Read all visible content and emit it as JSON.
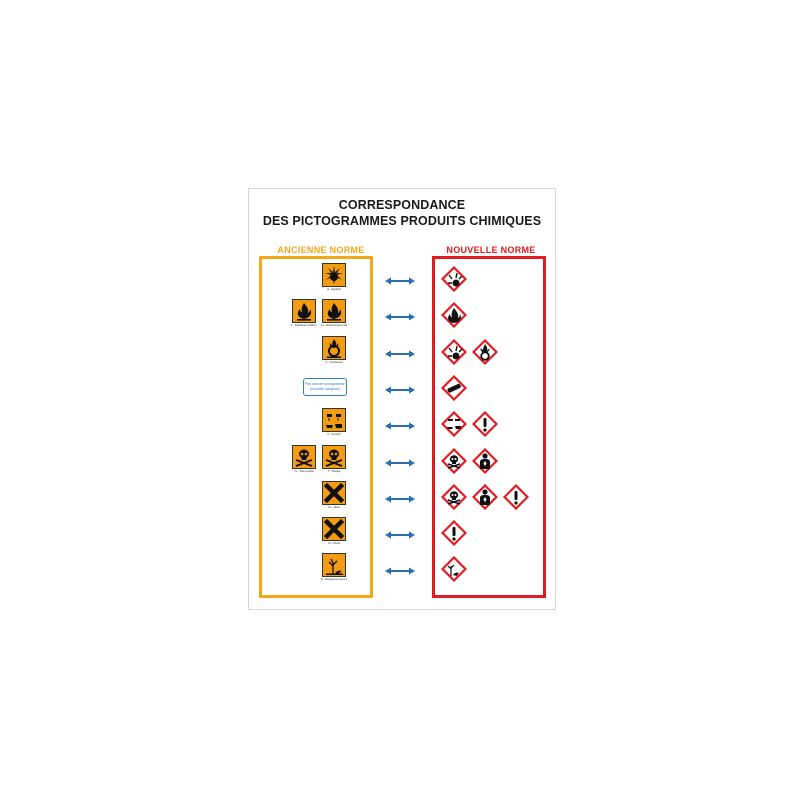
{
  "title": {
    "line1": "CORRESPONDANCE",
    "line2": "DES PICTOGRAMMES PRODUITS CHIMIQUES"
  },
  "columns": {
    "old_label": "ANCIENNE NORME",
    "new_label": "NOUVELLE NORME",
    "old_color": "#f3a917",
    "new_color": "#e11b22"
  },
  "arrow_color": "#2a6db0",
  "rows": [
    {
      "old": [
        {
          "icon": "explosive-icon",
          "caption": "E - Explosif"
        }
      ],
      "new": [
        "ghs-exploding-bomb-icon"
      ]
    },
    {
      "old": [
        {
          "icon": "flame-icon",
          "caption": "F - Facilement inflammable"
        },
        {
          "icon": "flame-icon",
          "caption": "F+ - Extrêmement inflammable"
        }
      ],
      "new": [
        "ghs-flame-icon"
      ]
    },
    {
      "old": [
        {
          "icon": "oxidizer-icon",
          "caption": "O - Comburant"
        }
      ],
      "new": [
        "ghs-exploding-bomb-icon",
        "ghs-flame-over-circle-icon"
      ]
    },
    {
      "old": [],
      "note": {
        "line1": "Pas d'ancien pictogramme",
        "line2": "(nouvelle catégorie)"
      },
      "new": [
        "ghs-gas-cylinder-icon"
      ]
    },
    {
      "old": [
        {
          "icon": "corrosive-icon",
          "caption": "C - Corrosif"
        }
      ],
      "new": [
        "ghs-corrosion-icon",
        "ghs-exclamation-icon"
      ]
    },
    {
      "old": [
        {
          "icon": "skull-icon",
          "caption": "T+ - Très toxique"
        },
        {
          "icon": "skull-icon",
          "caption": "T - Toxique"
        }
      ],
      "new": [
        "ghs-skull-icon",
        "ghs-health-hazard-icon"
      ]
    },
    {
      "old": [
        {
          "icon": "cross-icon",
          "caption": "Xn - Nocif"
        }
      ],
      "new": [
        "ghs-skull-icon",
        "ghs-health-hazard-icon",
        "ghs-exclamation-icon"
      ]
    },
    {
      "old": [
        {
          "icon": "cross-icon",
          "caption": "Xi - Irritant"
        }
      ],
      "new": [
        "ghs-exclamation-icon"
      ]
    },
    {
      "old": [
        {
          "icon": "environment-icon",
          "caption": "N - Dangereux pour l'environnement"
        }
      ],
      "new": [
        "ghs-environment-icon"
      ]
    }
  ]
}
